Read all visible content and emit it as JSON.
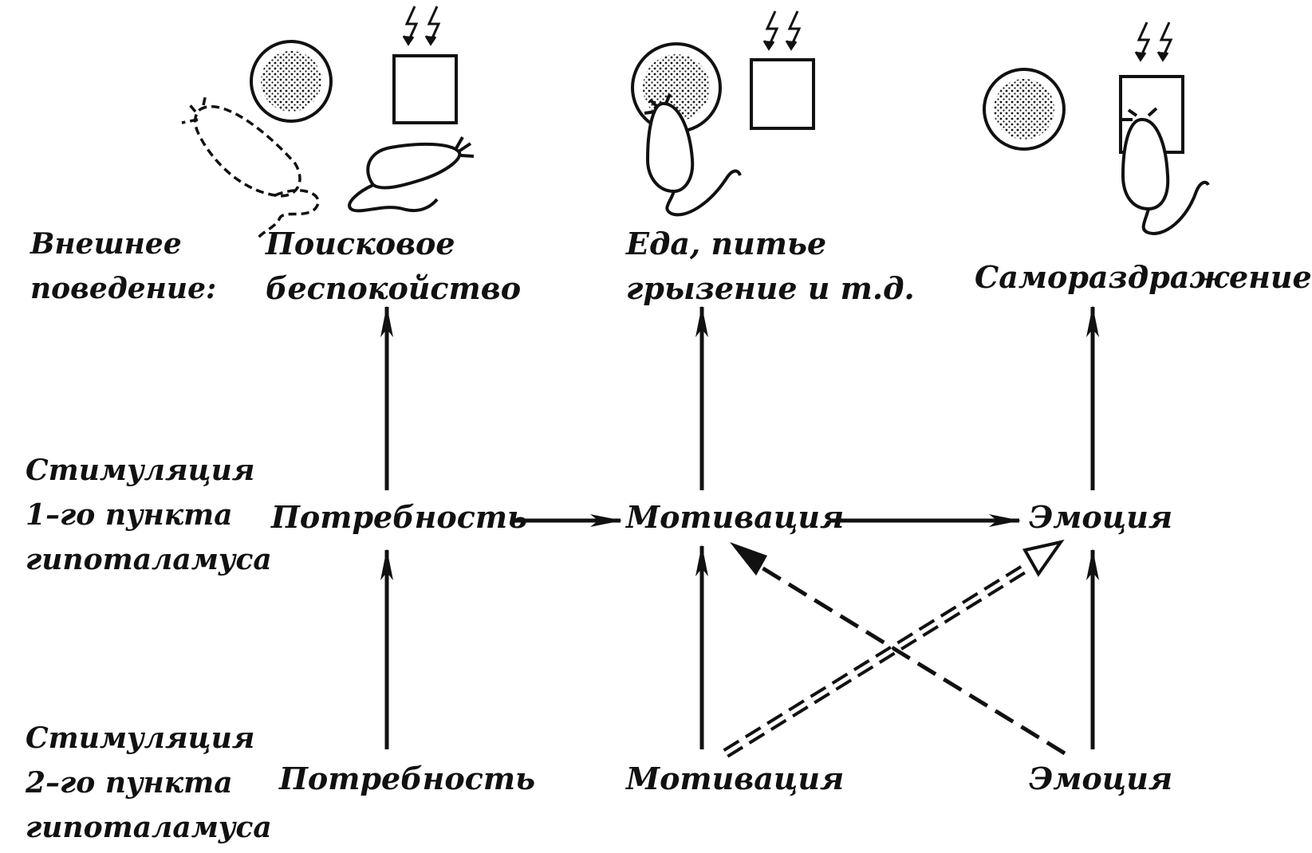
{
  "row_labels": {
    "external": {
      "line1": "Внешнее",
      "line2": "поведение:"
    },
    "stim1": {
      "line1": "Стимуляция",
      "line2": "1–го пункта",
      "line3": "гипоталамуса"
    },
    "stim2": {
      "line1": "Стимуляция",
      "line2": "2–го пункта",
      "line3": "гипоталамуса"
    }
  },
  "behaviors": {
    "search": {
      "line1": "Поисковое",
      "line2": "беспокойство"
    },
    "eating": {
      "line1": "Еда, питье",
      "line2": "грызение и т.д."
    },
    "self_stim": {
      "line1": "Самораздражение"
    }
  },
  "nodes": {
    "need_1": "Потребность",
    "motivation_1": "Мотивация",
    "emotion_1": "Эмоция",
    "need_2": "Потребность",
    "motivation_2": "Мотивация",
    "emotion_2": "Эмоция"
  },
  "colors": {
    "ink": "#111111",
    "background": "#ffffff"
  },
  "icons": [
    "rat-icon",
    "food-dish-icon",
    "electrode-lever-icon",
    "lightning-icon"
  ]
}
